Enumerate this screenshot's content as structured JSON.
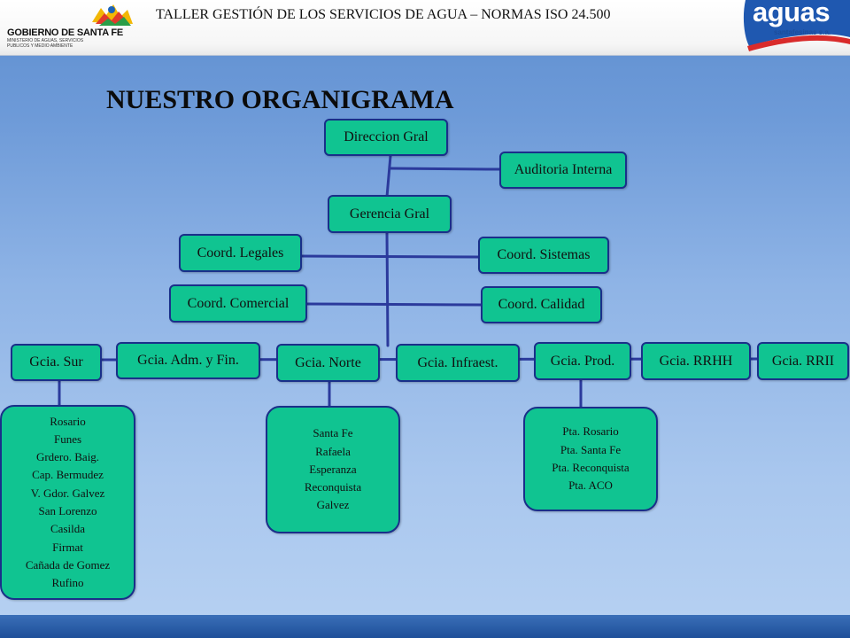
{
  "header": {
    "title": "TALLER GESTIÓN DE LOS SERVICIOS DE AGUA – NORMAS ISO 24.500",
    "gov_logo_name": "GOBIERNO DE SANTA FE",
    "gov_logo_sub": "MINISTERIO DE AGUAS, SERVICIOS PUBLICOS Y MEDIO AMBIENTE",
    "aguas_logo_word": "aguas",
    "aguas_logo_sub": "santafesinas s.a."
  },
  "slide_title": "NUESTRO ORGANIGRAMA",
  "org": {
    "direccion": "Direccion Gral",
    "auditoria": "Auditoria Interna",
    "gerencia": "Gerencia Gral",
    "coord_legales": "Coord. Legales",
    "coord_sistemas": "Coord. Sistemas",
    "coord_comercial": "Coord. Comercial",
    "coord_calidad": "Coord. Calidad",
    "gerencias": [
      "Gcia. Sur",
      "Gcia. Adm. y Fin.",
      "Gcia. Norte",
      "Gcia. Infraest.",
      "Gcia. Prod.",
      "Gcia. RRHH",
      "Gcia. RRII"
    ],
    "sur_localidades": [
      "Rosario",
      "Funes",
      "Grdero. Baig.",
      "Cap. Bermudez",
      "V. Gdor. Galvez",
      "San Lorenzo",
      "Casilda",
      "Firmat",
      "Cañada de Gomez",
      "Rufino"
    ],
    "norte_localidades": [
      "Santa Fe",
      "Rafaela",
      "Esperanza",
      "Reconquista",
      "Galvez"
    ],
    "prod_plantas": [
      "Pta. Rosario",
      "Pta. Santa Fe",
      "Pta. Reconquista",
      "Pta. ACO"
    ]
  },
  "colors": {
    "box_fill": "#10c491",
    "box_border": "#1a2f8a",
    "connector": "#2b3a9c"
  }
}
